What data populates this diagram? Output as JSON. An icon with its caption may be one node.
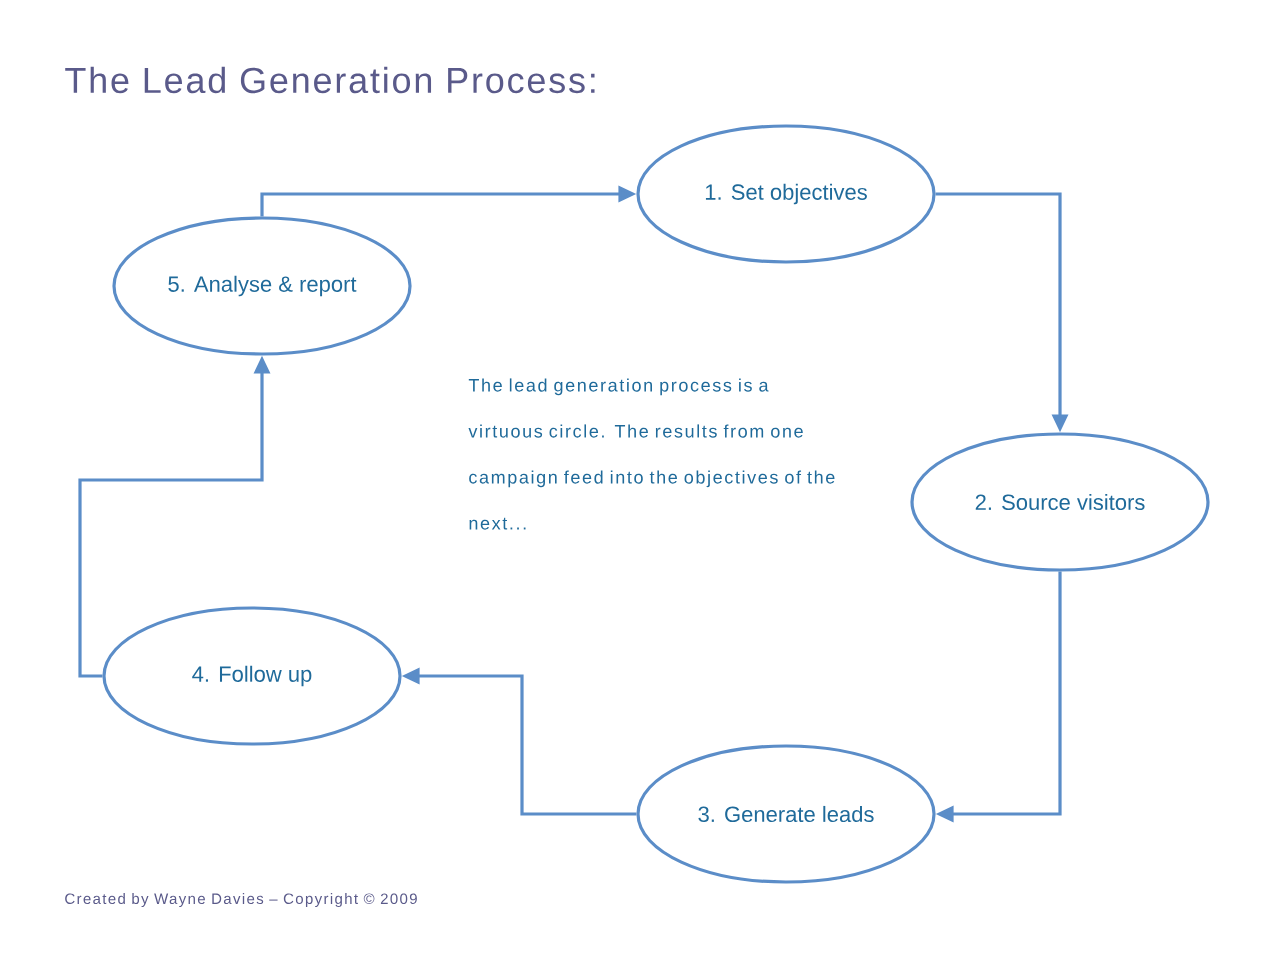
{
  "diagram": {
    "title": "The Lead Generation Process:",
    "nodes": [
      {
        "text": [
          "1. Set objectives"
        ]
      },
      {
        "text": [
          "2. Source visitors"
        ]
      },
      {
        "text": [
          "3. Generate leads"
        ]
      },
      {
        "text": [
          "4. Follow up"
        ]
      },
      {
        "text": [
          "5. Analyse & report"
        ]
      }
    ],
    "edges": [
      {
        "from": 0,
        "to": 1,
        "arrow": "to"
      },
      {
        "from": 1,
        "to": 2,
        "arrow": "to"
      },
      {
        "from": 2,
        "to": 3,
        "arrow": "to"
      },
      {
        "from": 3,
        "to": 4,
        "arrow": "to"
      },
      {
        "from": 4,
        "to": 0,
        "arrow": "to"
      }
    ],
    "labels": [
      "The lead generation process is a virtuous circle. The results from one campaign feed into the objectives of the next...",
      "Created by Wayne Davies – Copyright © 2009"
    ]
  }
}
